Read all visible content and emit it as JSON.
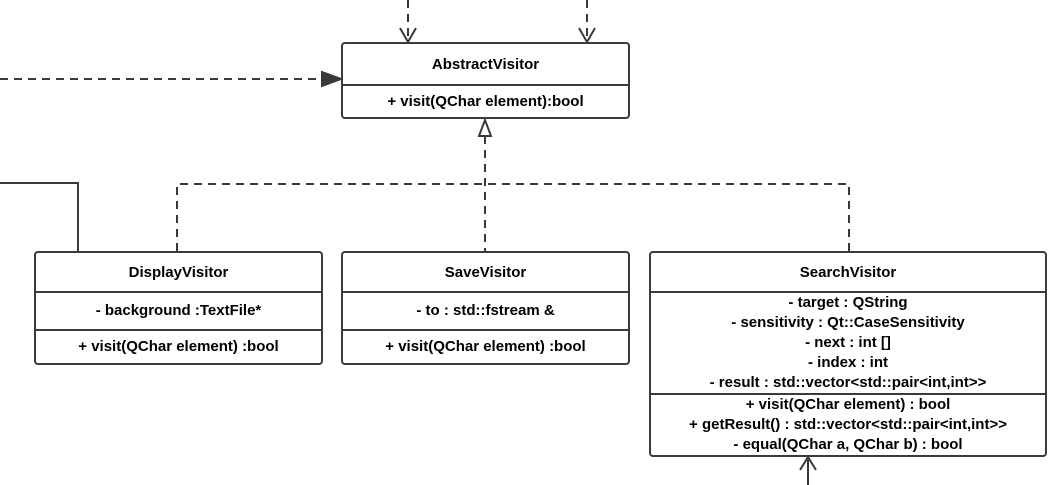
{
  "diagram": {
    "classes": {
      "abstract_visitor": {
        "name": "AbstractVisitor",
        "attributes": [],
        "operations": [
          "+ visit(QChar element):bool"
        ]
      },
      "display_visitor": {
        "name": "DisplayVisitor",
        "attributes": [
          "- background :TextFile*"
        ],
        "operations": [
          "+ visit(QChar element) :bool"
        ]
      },
      "save_visitor": {
        "name": "SaveVisitor",
        "attributes": [
          "- to : std::fstream &"
        ],
        "operations": [
          "+ visit(QChar element) :bool"
        ]
      },
      "search_visitor": {
        "name": "SearchVisitor",
        "attributes": [
          "- target : QString",
          "- sensitivity : Qt::CaseSensitivity",
          "- next : int []",
          "- index : int",
          "- result : std::vector<std::pair<int,int>>"
        ],
        "operations": [
          "+ visit(QChar element) : bool",
          "+ getResult() : std::vector<std::pair<int,int>>",
          "- equal(QChar a, QChar b) : bool"
        ]
      }
    },
    "relations": [
      {
        "from": "display_visitor",
        "to": "abstract_visitor",
        "type": "realization"
      },
      {
        "from": "save_visitor",
        "to": "abstract_visitor",
        "type": "realization"
      },
      {
        "from": "search_visitor",
        "to": "abstract_visitor",
        "type": "realization"
      },
      {
        "from": "offscreen-left",
        "to": "abstract_visitor",
        "type": "dependency"
      },
      {
        "from": "offscreen-top",
        "to": "abstract_visitor",
        "type": "dependency"
      },
      {
        "from": "offscreen-bottom",
        "to": "search_visitor",
        "type": "association"
      },
      {
        "from": "display_visitor",
        "to": "offscreen-left",
        "type": "association"
      }
    ]
  }
}
